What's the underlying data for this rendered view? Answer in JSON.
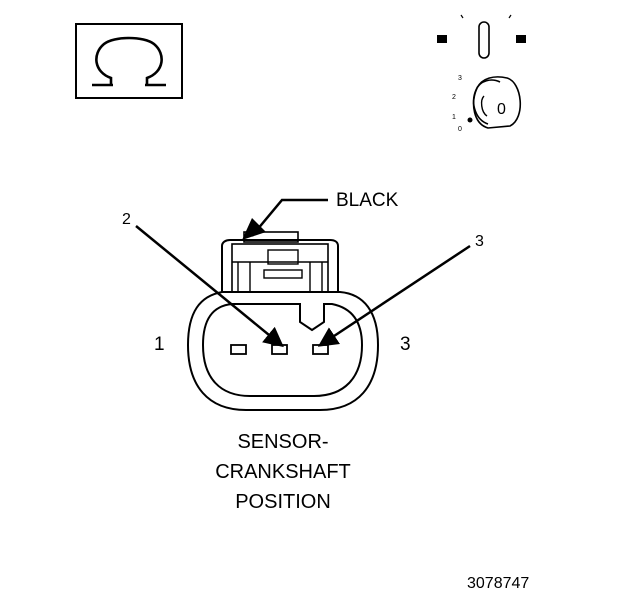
{
  "meter": {
    "symbol": "Ω",
    "icon": "ohmmeter-icon"
  },
  "ignition": {
    "icon": "ignition-key-switch-icon",
    "key_position": "0",
    "scale": [
      "3",
      "2",
      "1",
      "0"
    ]
  },
  "connector": {
    "color_label": "BLACK",
    "pin_callouts": {
      "left": "2",
      "right": "3"
    },
    "pin_numbers": {
      "left": "1",
      "right": "3"
    }
  },
  "caption": [
    "SENSOR-",
    "CRANKSHAFT",
    "POSITION"
  ],
  "figure_id": "3078747"
}
